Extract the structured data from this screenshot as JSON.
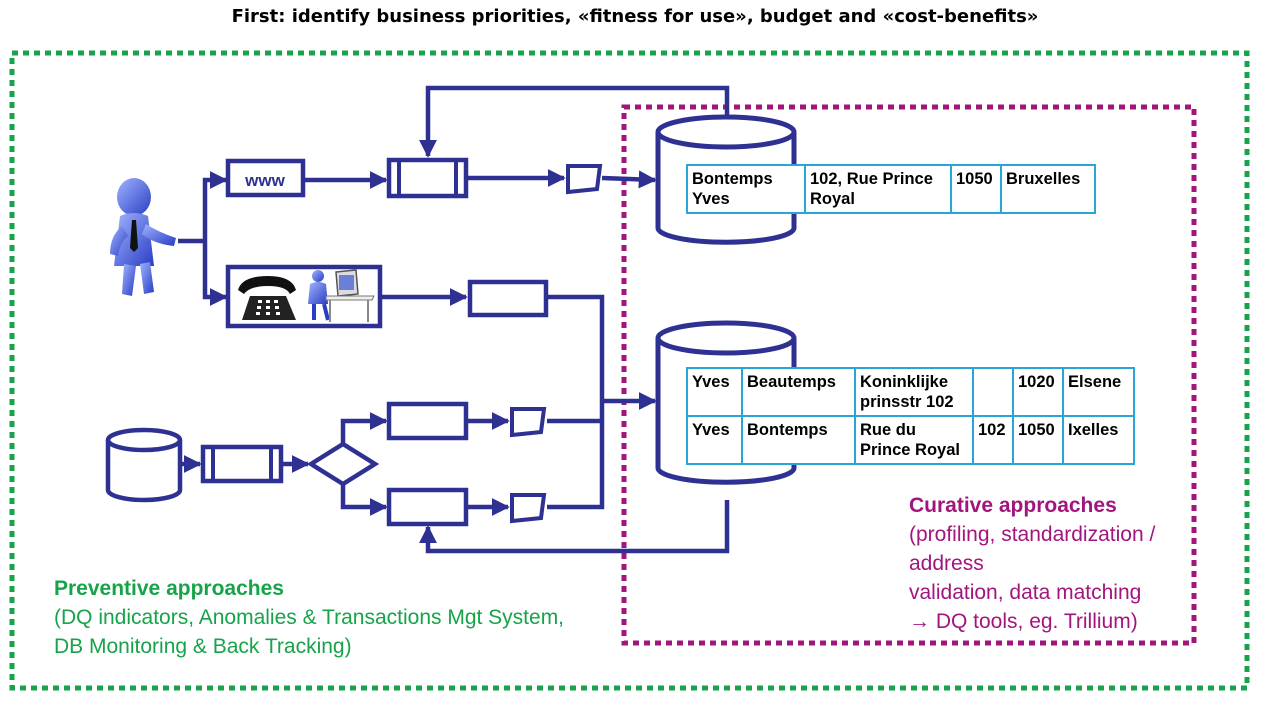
{
  "title": "First: identify business priorities, «fitness for use», budget and «cost-benefits»",
  "web_channel": {
    "label": "www"
  },
  "db_top": {
    "rows": [
      [
        "Bontemps Yves",
        "102, Rue Prince Royal",
        "1050",
        "Bruxelles"
      ]
    ]
  },
  "db_bottom": {
    "rows": [
      [
        "Yves",
        "Beautemps",
        "Koninklijke prinsstr 102",
        "",
        "1020",
        "Elsene"
      ],
      [
        "Yves",
        "Bontemps",
        "Rue du Prince Royal",
        "102",
        "1050",
        "Ixelles"
      ]
    ]
  },
  "preventive": {
    "title": "Preventive approaches",
    "body": "(DQ indicators, Anomalies & Transactions Mgt System, DB Monitoring & Back Tracking)"
  },
  "curative": {
    "title": "Curative approaches",
    "line1": "(profiling, standardization / address",
    "line2": "validation, data matching",
    "line3": "→ DQ tools, eg. Trillium)"
  },
  "colors": {
    "flow": "#2e3192",
    "preventive": "#17a34a",
    "curative": "#a3157e",
    "table_border": "#2aa6d6"
  },
  "icons": [
    "person-icon",
    "telephone-icon",
    "operator-at-computer-icon",
    "database-icon",
    "document-icon",
    "process-queue-icon",
    "decision-diamond-icon"
  ]
}
